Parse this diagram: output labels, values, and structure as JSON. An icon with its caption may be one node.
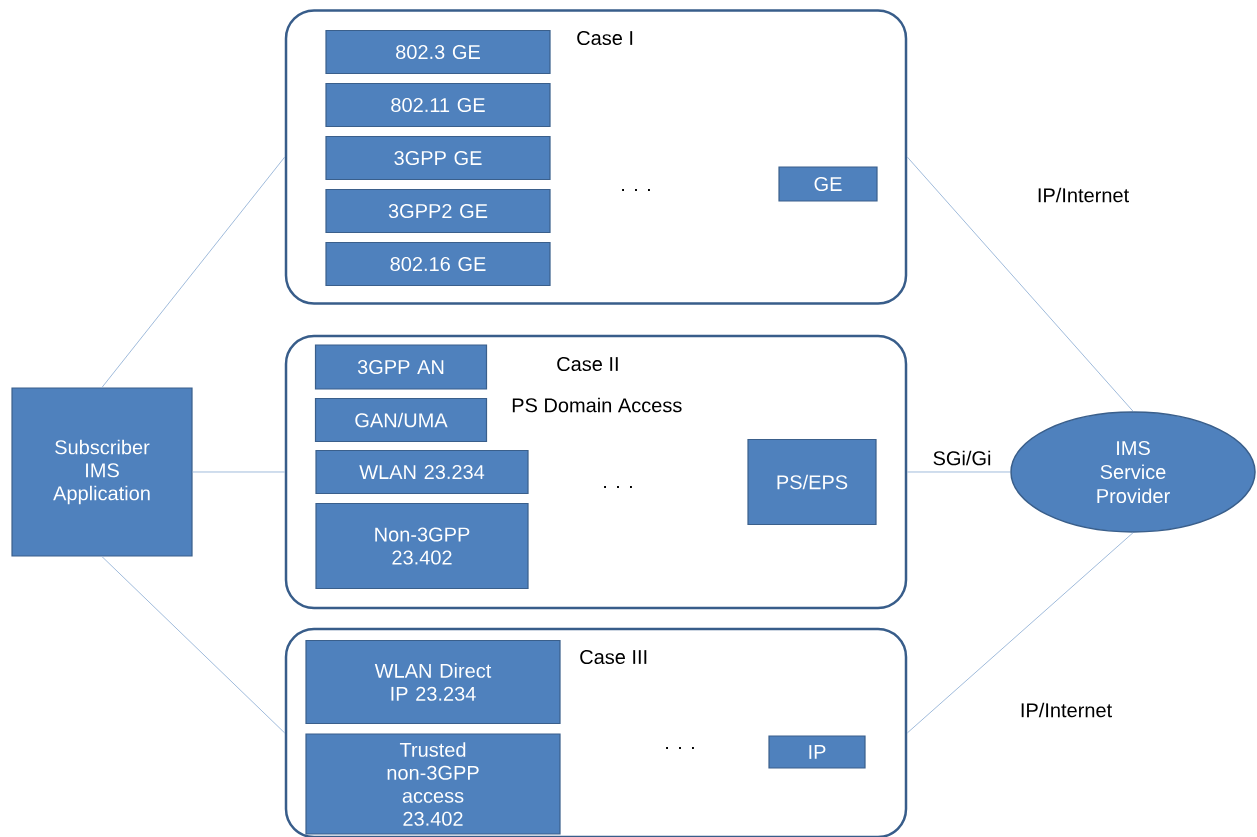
{
  "diagram": {
    "nodes": [
      {
        "text": [
          "Subscriber IMS Application"
        ]
      },
      {
        "text": [
          "Case I"
        ]
      },
      {
        "text": [
          "802.3 GE"
        ],
        "in": 1
      },
      {
        "text": [
          "802.11 GE"
        ],
        "in": 1
      },
      {
        "text": [
          "3GPP GE"
        ],
        "in": 1
      },
      {
        "text": [
          "3GPP2 GE"
        ],
        "in": 1
      },
      {
        "text": [
          "802.16 GE"
        ],
        "in": 1
      },
      {
        "text": [
          "GE"
        ],
        "in": 1
      },
      {
        "text": [
          "Case II",
          "PS Domain Access"
        ]
      },
      {
        "text": [
          "3GPP AN"
        ],
        "in": 8
      },
      {
        "text": [
          "GAN/UMA"
        ],
        "in": 8
      },
      {
        "text": [
          "WLAN 23.234"
        ],
        "in": 8
      },
      {
        "text": [
          "Non-3GPP 23.402"
        ],
        "in": 8
      },
      {
        "text": [
          "PS/EPS"
        ],
        "in": 8
      },
      {
        "text": [
          "Case III"
        ]
      },
      {
        "text": [
          "WLAN Direct IP 23.234"
        ],
        "in": 14
      },
      {
        "text": [
          "Trusted non-3GPP access 23.402"
        ],
        "in": 14
      },
      {
        "text": [
          "IP"
        ],
        "in": 14
      },
      {
        "text": [
          "IMS Service Provider"
        ]
      }
    ],
    "edges": [
      {
        "from": 0,
        "to": 1,
        "arrow": "none"
      },
      {
        "from": 0,
        "to": 8,
        "arrow": "none"
      },
      {
        "from": 0,
        "to": 14,
        "arrow": "none"
      },
      {
        "from": 1,
        "to": 18,
        "arrow": "none",
        "label": "IP/Internet"
      },
      {
        "from": 8,
        "to": 18,
        "arrow": "none",
        "label": "SGi/Gi"
      },
      {
        "from": 14,
        "to": 18,
        "arrow": "none",
        "label": "IP/Internet"
      }
    ],
    "labels": [
      ". . .",
      ". . .",
      ". . ."
    ]
  }
}
